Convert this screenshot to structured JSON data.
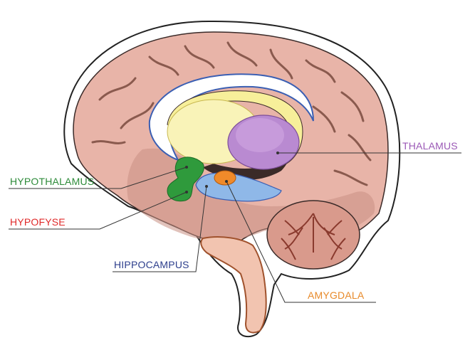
{
  "labels": {
    "thalamus": {
      "text": "THALAMUS",
      "color": "#9b59b6"
    },
    "hypothalamus": {
      "text": "HYPOTHALAMUS",
      "color": "#2e8b3a"
    },
    "hypofyse": {
      "text": "HYPOFYSE",
      "color": "#e02a2a"
    },
    "hippocampus": {
      "text": "HIPPOCAMPUS",
      "color": "#2c3e8c"
    },
    "amygdala": {
      "text": "AMYGDALA",
      "color": "#e88a2a"
    }
  },
  "colors": {
    "cortex": "#e8b4a8",
    "cortex_shadow": "#c98f83",
    "sulci": "#8a5a4e",
    "outline": "#3a2a28",
    "corpus_callosum": "#ffffff",
    "ventricle_blue": "#3b5fb3",
    "fornix_yellow": "#f7ef9a",
    "thalamus_purple": "#b98ad1",
    "hypothalamus_green": "#2f9a3c",
    "hippocampus_blue": "#8fb8e8",
    "amygdala_orange": "#f08a2a",
    "cerebellum": "#d99a8c",
    "brainstem": "#f2c4b0"
  }
}
